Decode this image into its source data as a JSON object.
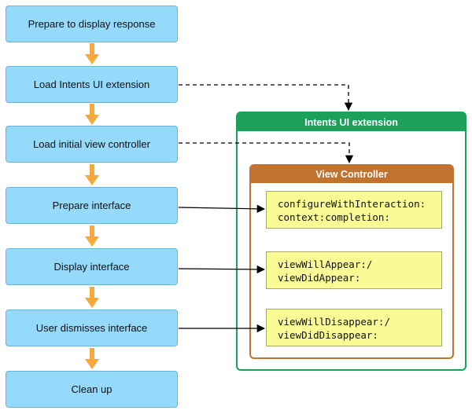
{
  "steps": [
    "Prepare to display response",
    "Load Intents UI extension",
    "Load initial view controller",
    "Prepare interface",
    "Display interface",
    "User dismisses interface",
    "Clean up"
  ],
  "extension_box": {
    "title": "Intents UI extension"
  },
  "view_controller_box": {
    "title": "View Controller"
  },
  "methods": [
    {
      "line1": "configureWithInteraction:",
      "line2": "context:completion:"
    },
    {
      "line1": "viewWillAppear:/",
      "line2": "viewDidAppear:"
    },
    {
      "line1": "viewWillDisappear:/",
      "line2": "viewDidDisappear:"
    }
  ],
  "colors": {
    "step_fill": "#95d9fb",
    "flow_arrow": "#f6a93b",
    "extension_green": "#1ca05a",
    "view_controller_orange": "#c0732f",
    "method_fill": "#fbfb96"
  }
}
